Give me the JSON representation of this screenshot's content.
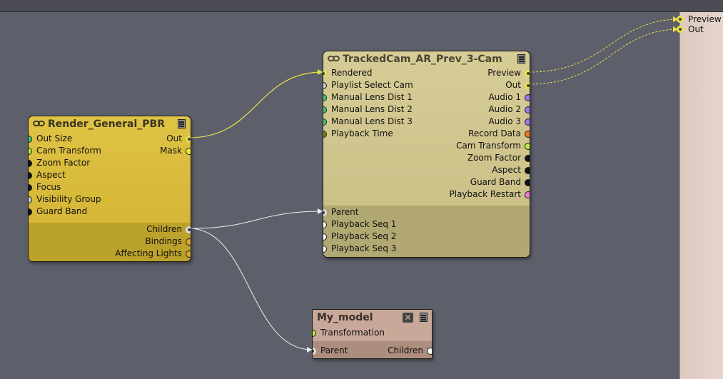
{
  "panel": {
    "outputs": [
      {
        "label": "Preview"
      },
      {
        "label": "Out"
      }
    ]
  },
  "nodes": {
    "render_general": {
      "title": "Render_General_PBR",
      "inputs": [
        "Out Size",
        "Cam Transform",
        "Zoom Factor",
        "Aspect",
        "Focus",
        "Visibility Group",
        "Guard Band"
      ],
      "outputs": [
        "Out",
        "Mask"
      ],
      "children": [
        "Children",
        "Bindings",
        "Affecting Lights"
      ]
    },
    "trackedcam": {
      "title": "TrackedCam_AR_Prev_3-Cam",
      "inputs": [
        "Rendered",
        "Playlist Select Cam",
        "Manual Lens Dist 1",
        "Manual Lens Dist 2",
        "Manual Lens Dist 3",
        "Playback Time"
      ],
      "outputs": [
        "Preview",
        "Out",
        "Audio 1",
        "Audio 2",
        "Audio 3",
        "Record Data",
        "Cam Transform",
        "Zoom Factor",
        "Aspect",
        "Guard Band",
        "Playback Restart"
      ],
      "children": [
        "Parent",
        "Playback Seq 1",
        "Playback Seq 2",
        "Playback Seq 3"
      ]
    },
    "my_model": {
      "title": "My_model",
      "inputs": [
        "Transformation"
      ],
      "parent_label": "Parent",
      "children_label": "Children"
    }
  },
  "colors": {
    "canvas": "#5d5f6b",
    "render_node": "#d8b93a",
    "trackedcam_node": "#cfc48c",
    "model_node": "#c8a898",
    "wire_image": "#e8e14a",
    "wire_children": "#eeeeee"
  }
}
